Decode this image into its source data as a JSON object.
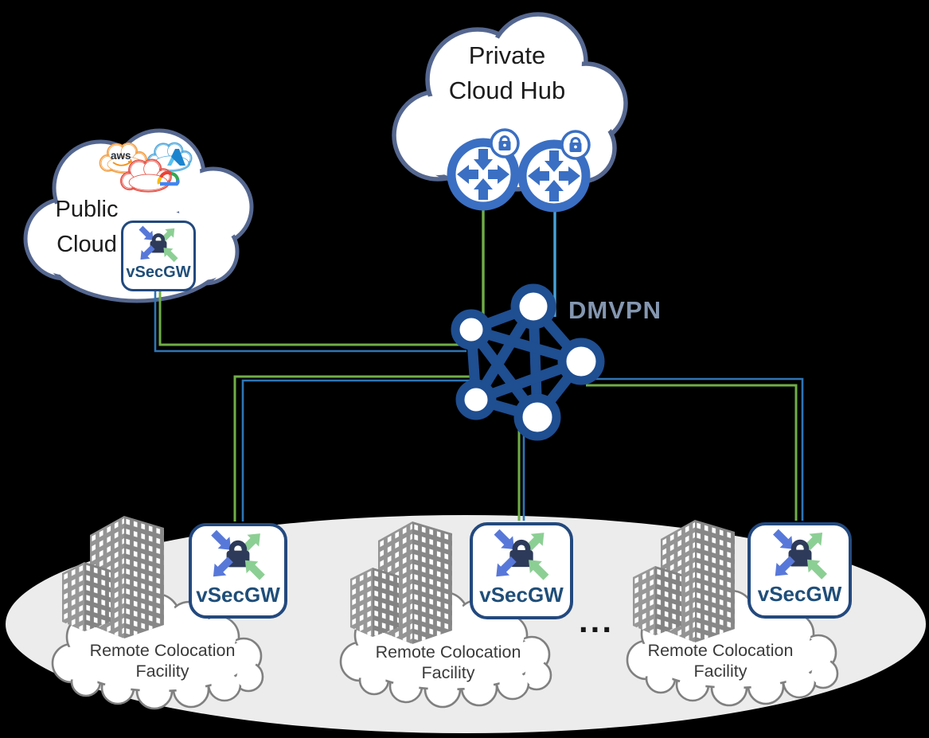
{
  "diagram": {
    "background_color": "#000000",
    "private_cloud_hub": {
      "label": [
        "Private",
        "Cloud Hub"
      ],
      "router_count": 2
    },
    "public_cloud": {
      "label": [
        "Public",
        "Cloud"
      ],
      "aws_label": "aws",
      "gateway_label": "vSecGW"
    },
    "dmvpn_label": "DMVPN",
    "facilities": [
      {
        "label": [
          "Remote Colocation",
          "Facility"
        ],
        "gateway_label": "vSecGW"
      },
      {
        "label": [
          "Remote Colocation",
          "Facility"
        ],
        "gateway_label": "vSecGW"
      },
      {
        "label": [
          "Remote Colocation",
          "Facility"
        ],
        "gateway_label": "vSecGW"
      }
    ],
    "ellipsis": "...",
    "colors": {
      "line_green": "#70ad47",
      "line_blue": "#2e75b6",
      "line_cyan": "#46a3da",
      "mesh_blue": "#1f4e91",
      "gateway_navy": "#1f4e79",
      "router_blue": "#3a6fc3",
      "cloud_border_slate": "#55678f",
      "colo_cloud_border": "#808080",
      "dmvpn_text_color": "#8496b0",
      "platform_gray": "#ececec",
      "arrow_blue": "#5878d9",
      "arrow_green": "#8ccf94"
    }
  }
}
